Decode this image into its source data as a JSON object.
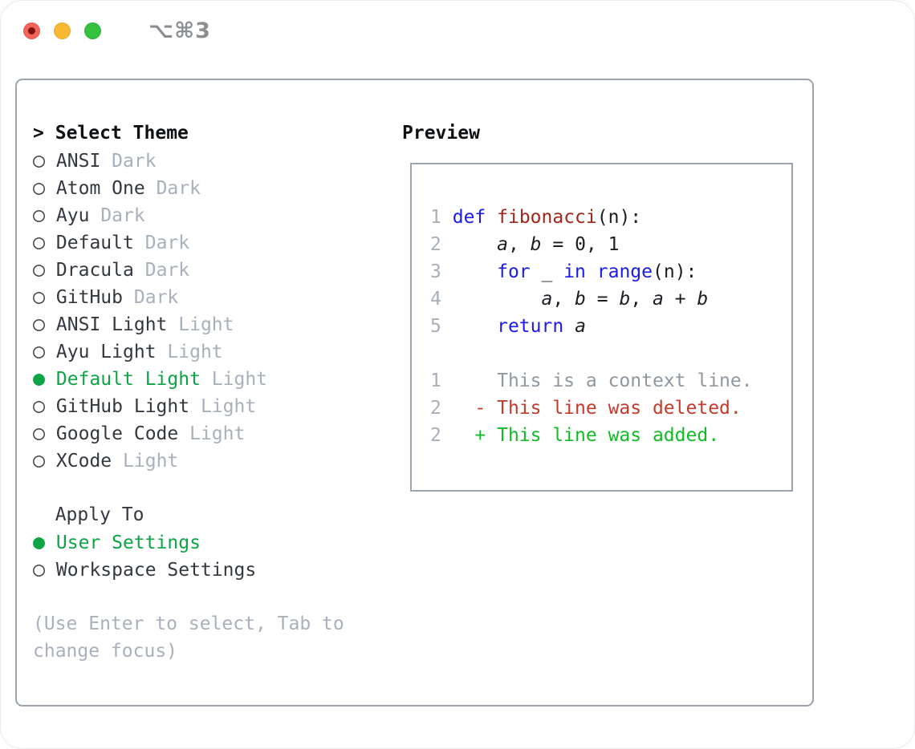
{
  "titlebar": {
    "shortcut": "⌥⌘3"
  },
  "colors": {
    "selection_green": "#0ca444",
    "added_green": "#12bb25",
    "deleted_red": "#c53a2a",
    "keyword_blue": "#1b1bec",
    "function_red": "#a1261a",
    "muted_gray": "#a7b0bb",
    "panel_border": "#9aa3ae",
    "traffic_close": "#f4635a",
    "traffic_minimize": "#f9b831",
    "traffic_zoom": "#33c13e"
  },
  "theme_picker": {
    "prompt": ">",
    "title": "Select Theme",
    "items": [
      {
        "bullet": "○",
        "name": "ANSI",
        "variant": "Dark",
        "selected": false
      },
      {
        "bullet": "○",
        "name": "Atom One",
        "variant": "Dark",
        "selected": false
      },
      {
        "bullet": "○",
        "name": "Ayu",
        "variant": "Dark",
        "selected": false
      },
      {
        "bullet": "○",
        "name": "Default",
        "variant": "Dark",
        "selected": false
      },
      {
        "bullet": "○",
        "name": "Dracula",
        "variant": "Dark",
        "selected": false
      },
      {
        "bullet": "○",
        "name": "GitHub",
        "variant": "Dark",
        "selected": false
      },
      {
        "bullet": "○",
        "name": "ANSI Light",
        "variant": "Light",
        "selected": false
      },
      {
        "bullet": "○",
        "name": "Ayu Light",
        "variant": "Light",
        "selected": false
      },
      {
        "bullet": "●",
        "name": "Default Light",
        "variant": "Light",
        "selected": true
      },
      {
        "bullet": "○",
        "name": "GitHub Light",
        "variant": "Light",
        "selected": false
      },
      {
        "bullet": "○",
        "name": "Google Code",
        "variant": "Light",
        "selected": false
      },
      {
        "bullet": "○",
        "name": "XCode",
        "variant": "Light",
        "selected": false
      }
    ]
  },
  "apply_to": {
    "title": "  Apply To",
    "options": [
      {
        "bullet": "●",
        "label": "User Settings",
        "selected": true
      },
      {
        "bullet": "○",
        "label": "Workspace Settings",
        "selected": false
      }
    ]
  },
  "help": {
    "line1": "(Use Enter to select, Tab to",
    "line2": "change focus)"
  },
  "preview": {
    "title": "Preview",
    "code_lines": [
      {
        "num": "1",
        "segs": [
          {
            "t": " "
          },
          {
            "t": "def"
          },
          {
            "t": " "
          },
          {
            "t": "fibonacci"
          },
          {
            "t": "(n):"
          }
        ]
      },
      {
        "num": "2",
        "segs": [
          {
            "t": "     "
          },
          {
            "t": "a"
          },
          {
            "t": ", "
          },
          {
            "t": "b"
          },
          {
            "t": " = 0, 1"
          }
        ]
      },
      {
        "num": "3",
        "segs": [
          {
            "t": "     "
          },
          {
            "t": "for"
          },
          {
            "t": " _ "
          },
          {
            "t": "in"
          },
          {
            "t": " "
          },
          {
            "t": "range"
          },
          {
            "t": "(n):"
          }
        ]
      },
      {
        "num": "4",
        "segs": [
          {
            "t": "         "
          },
          {
            "t": "a"
          },
          {
            "t": ", "
          },
          {
            "t": "b"
          },
          {
            "t": " = "
          },
          {
            "t": "b"
          },
          {
            "t": ", "
          },
          {
            "t": "a"
          },
          {
            "t": " + "
          },
          {
            "t": "b"
          }
        ]
      },
      {
        "num": "5",
        "segs": [
          {
            "t": "     "
          },
          {
            "t": "return"
          },
          {
            "t": " "
          },
          {
            "t": "a"
          }
        ]
      }
    ],
    "diff_lines": [
      {
        "num": "1",
        "text": "     This is a context line."
      },
      {
        "num": "2",
        "text": "   - This line was deleted."
      },
      {
        "num": "2",
        "text": "   + This line was added."
      }
    ]
  }
}
